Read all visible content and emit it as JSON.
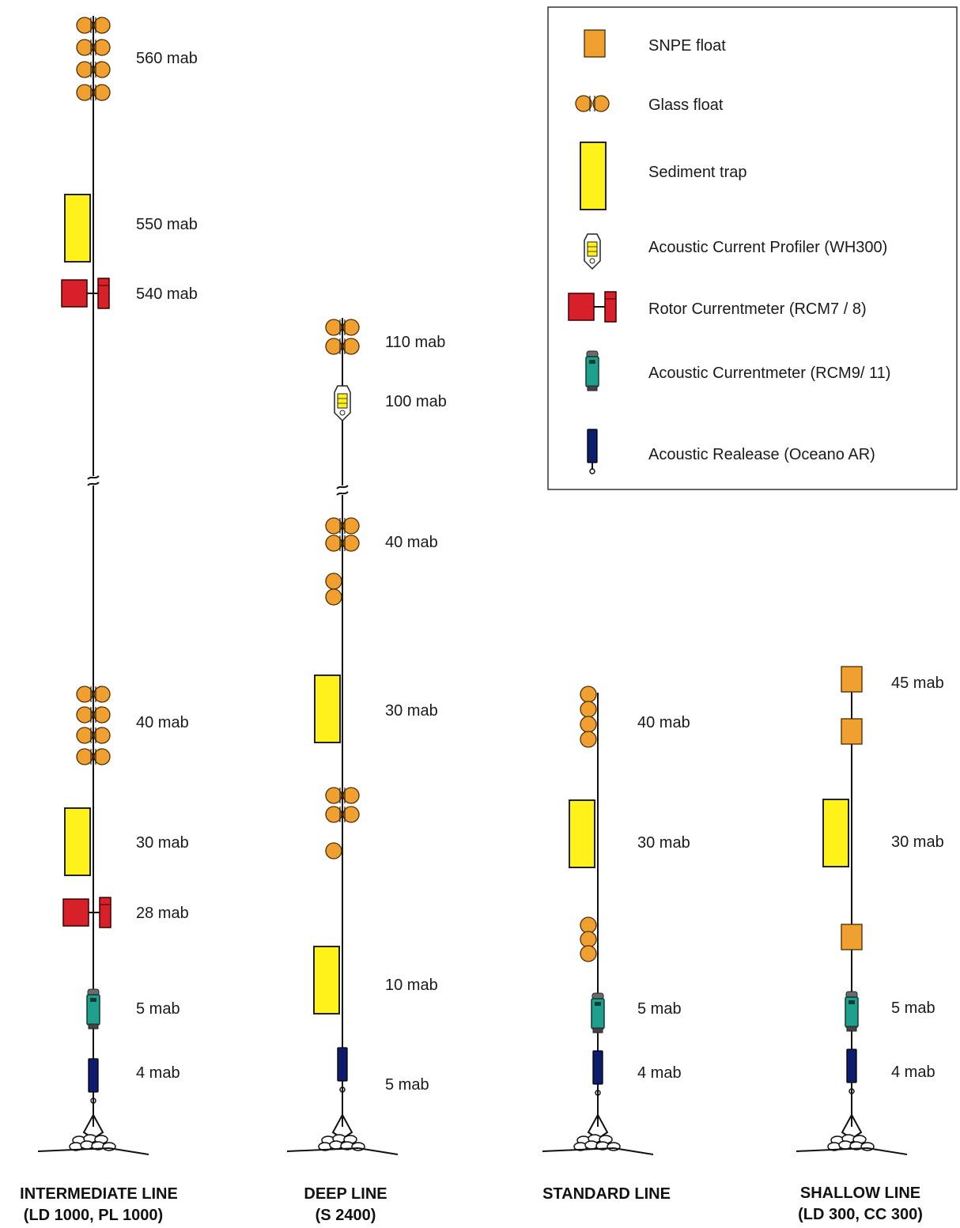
{
  "legend": {
    "items": [
      {
        "icon": "snpe-float-icon",
        "label": "SNPE float"
      },
      {
        "icon": "glass-float-icon",
        "label": "Glass float"
      },
      {
        "icon": "sediment-trap-icon",
        "label": "Sediment trap"
      },
      {
        "icon": "acoustic-current-profiler-icon",
        "label": "Acoustic Current Profiler (WH300)"
      },
      {
        "icon": "rotor-currentmeter-icon",
        "label": "Rotor Currentmeter (RCM7 / 8)"
      },
      {
        "icon": "acoustic-currentmeter-icon",
        "label": "Acoustic Currentmeter (RCM9/ 11)"
      },
      {
        "icon": "acoustic-release-icon",
        "label": "Acoustic Realease (Oceano AR)"
      }
    ]
  },
  "moorings": [
    {
      "title": "INTERMEDIATE LINE",
      "subtitle": "(LD 1000, PL 1000)",
      "labels": [
        "560 mab",
        "550 mab",
        "540 mab",
        "40 mab",
        "30 mab",
        "28 mab",
        "5 mab",
        "4 mab"
      ]
    },
    {
      "title": "DEEP LINE",
      "subtitle": "(S 2400)",
      "labels": [
        "110 mab",
        "100 mab",
        "40 mab",
        "30 mab",
        "10 mab",
        "5 mab"
      ]
    },
    {
      "title": "STANDARD LINE",
      "subtitle": "",
      "labels": [
        "40 mab",
        "30 mab",
        "5 mab",
        "4 mab"
      ]
    },
    {
      "title": "SHALLOW LINE",
      "subtitle": "(LD 300, CC 300)",
      "labels": [
        "45 mab",
        "30 mab",
        "5 mab",
        "4 mab"
      ]
    }
  ],
  "colors": {
    "float": "#F0A030",
    "sediment_trap": "#FFF21A",
    "rotor_currentmeter": "#D8202A",
    "acoustic_currentmeter": "#1FA08E",
    "acoustic_release": "#0E1C6E"
  }
}
